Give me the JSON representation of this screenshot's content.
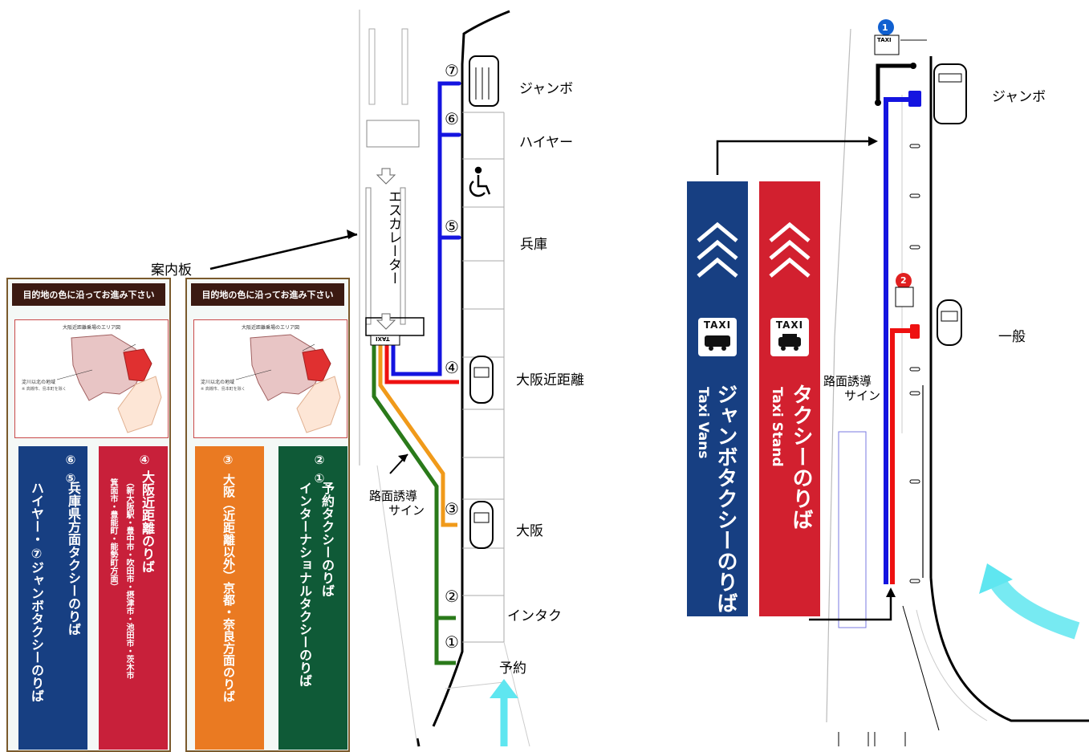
{
  "left_diagram": {
    "station_labels": {
      "jumbo": "ジャンボ",
      "hire": "ハイヤー",
      "hyogo": "兵庫",
      "osaka_short": "大阪近距離",
      "osaka": "大阪",
      "intaku": "インタク",
      "yoyaku": "予約"
    },
    "escalator": "エスカレーター",
    "info_board": "案内板",
    "floor_guide": [
      "路面誘導",
      "サイン"
    ],
    "taxi_stand_mark": "TAXI",
    "numbers": [
      "⑦",
      "⑥",
      "⑤",
      "④",
      "③",
      "②",
      "①"
    ]
  },
  "boards": [
    {
      "header": "目的地の色に沿ってお進み下さい",
      "map_title": "大阪近距離乗場のエリア図",
      "map_note": "淀川以北の地域",
      "map_note_sub": "※ 高槻市、島本町を除く",
      "panels": [
        {
          "color": "#173f82",
          "numbers": "⑥ ⑤",
          "lines": [
            "兵庫県方面タクシーのりば",
            "ハイヤー・⑦ジャンボタクシーのりば"
          ]
        },
        {
          "color": "#c8203a",
          "numbers": "④",
          "lines": [
            "大阪近距離のりば",
            "（新大阪駅・豊中市・吹田市・摂津市・池田市・茨木市",
            "箕面市・豊能町・能勢町方面）"
          ]
        }
      ]
    },
    {
      "header": "目的地の色に沿ってお進み下さい",
      "map_title": "大阪近距離乗場のエリア図",
      "map_note": "淀川以北の地域",
      "map_note_sub": "※ 高槻市、島本町を除く",
      "panels": [
        {
          "color": "#ea7a22",
          "numbers": "③",
          "lines": [
            "大阪（近距離以外）京都・奈良方面のりば"
          ]
        },
        {
          "color": "#0f5a37",
          "numbers": "② ①",
          "lines": [
            "予約タクシーのりば",
            "インターナショナルタクシーのりば"
          ]
        }
      ]
    }
  ],
  "right_diagram": {
    "station_labels": {
      "jumbo": "ジャンボ",
      "general": "一般"
    },
    "floor_guide": [
      "路面誘導",
      "サイン"
    ],
    "markers": [
      "1",
      "2"
    ],
    "taxi_mark": "TAXI"
  },
  "banners": [
    {
      "color": "#173f82",
      "taxi": "TAXI",
      "jp": "ジャンボタクシーのりば",
      "en": "Taxi Vans"
    },
    {
      "color": "#d2202f",
      "taxi": "TAXI",
      "jp": "タクシーのりば",
      "en": "Taxi Stand"
    }
  ],
  "colors": {
    "blue": "#1414e0",
    "red": "#ee1111",
    "green": "#2a7a1a",
    "orange": "#f09a1a",
    "cyan": "#5fe6f0"
  }
}
